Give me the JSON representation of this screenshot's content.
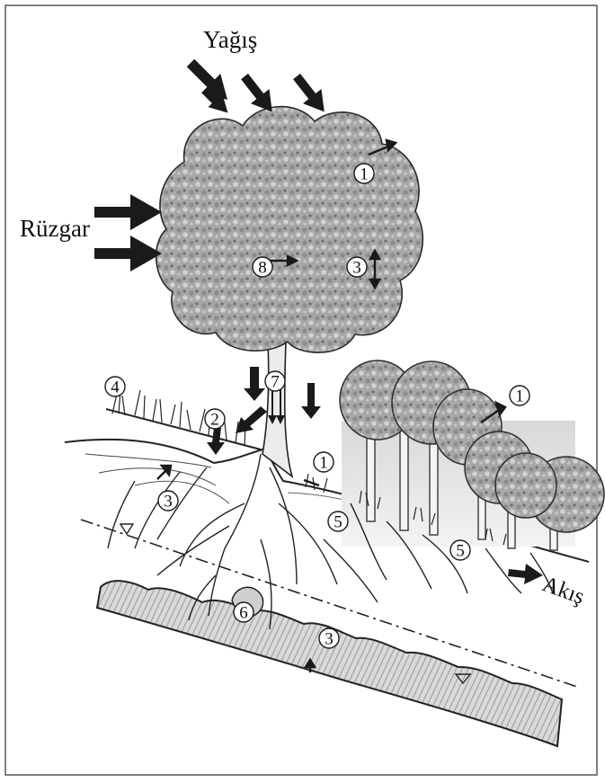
{
  "labels": {
    "precipitation": "Yağış",
    "wind": "Rüzgar",
    "flow": "Akış"
  },
  "markers": {
    "m1_canopy": "1",
    "m1_right_tree": "1",
    "m1_ground": "1",
    "m2": "2",
    "m3_canopy": "3",
    "m3_left": "3",
    "m3_lower": "3",
    "m4": "4",
    "m5_a": "5",
    "m5_b": "5",
    "m6": "6",
    "m7": "7",
    "m8": "8"
  },
  "colors": {
    "canopy": "#a9a9a9",
    "arrow": "#1a1a1a",
    "bedrock": "#bdbdbd",
    "outline": "#222222"
  }
}
